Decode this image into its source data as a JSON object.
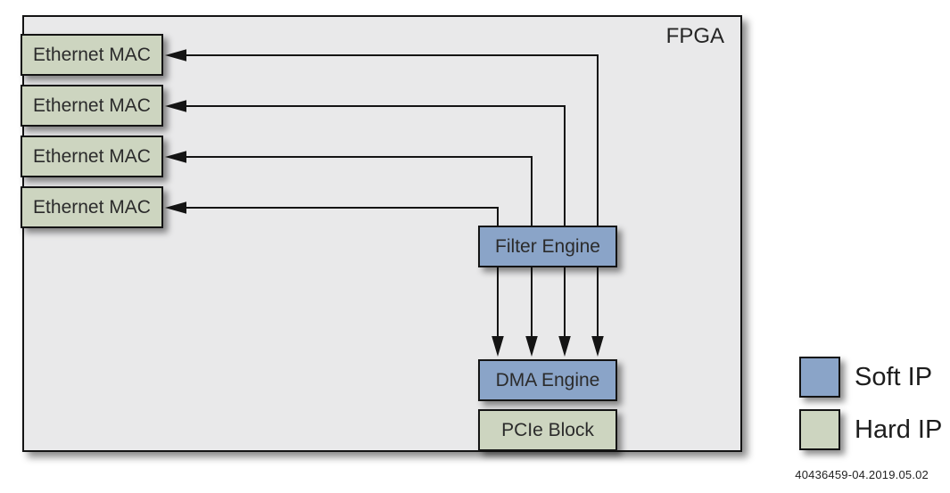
{
  "fpga": {
    "label": "FPGA"
  },
  "blocks": {
    "ethernet_macs": [
      {
        "label": "Ethernet MAC",
        "type": "hard_ip"
      },
      {
        "label": "Ethernet MAC",
        "type": "hard_ip"
      },
      {
        "label": "Ethernet MAC",
        "type": "hard_ip"
      },
      {
        "label": "Ethernet MAC",
        "type": "hard_ip"
      }
    ],
    "filter_engine": {
      "label": "Filter Engine",
      "type": "soft_ip"
    },
    "dma_engine": {
      "label": "DMA Engine",
      "type": "soft_ip"
    },
    "pcie_block": {
      "label": "PCIe Block",
      "type": "hard_ip"
    }
  },
  "connections": [
    {
      "from": "filter_engine",
      "to": "ethernet_mac_1",
      "and_down_to": "dma_engine"
    },
    {
      "from": "filter_engine",
      "to": "ethernet_mac_2",
      "and_down_to": "dma_engine"
    },
    {
      "from": "filter_engine",
      "to": "ethernet_mac_3",
      "and_down_to": "dma_engine"
    },
    {
      "from": "filter_engine",
      "to": "ethernet_mac_4",
      "and_down_to": "dma_engine"
    }
  ],
  "legend": {
    "items": [
      {
        "label": "Soft IP",
        "color": "#8aa4c8"
      },
      {
        "label": "Hard IP",
        "color": "#cdd5c0"
      }
    ]
  },
  "footer": {
    "doc_number": "40436459-04.2019.05.02"
  },
  "colors": {
    "soft_ip": "#8aa4c8",
    "hard_ip": "#cdd5c0",
    "fpga_fill": "#e9e9ea",
    "border": "#141414"
  }
}
